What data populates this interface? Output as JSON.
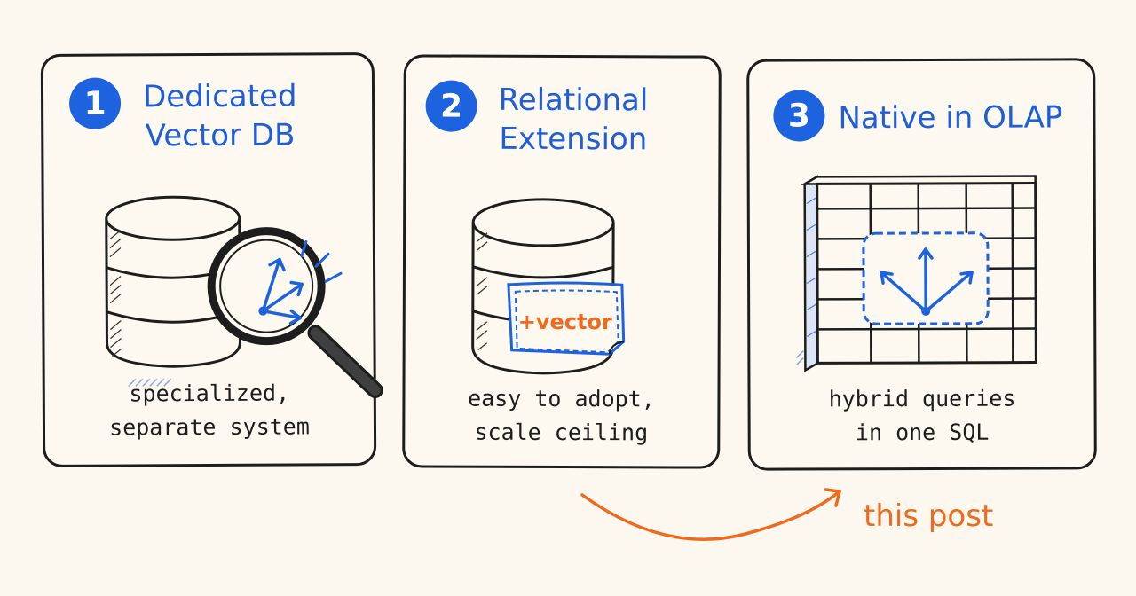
{
  "panels": [
    {
      "number": "1",
      "title_lines": [
        "Dedicated",
        "Vector DB"
      ],
      "caption_lines": [
        "specialized,",
        "separate system"
      ],
      "icons": [
        "database-icon",
        "magnifier-icon",
        "vector-arrows-icon"
      ]
    },
    {
      "number": "2",
      "title_lines": [
        "Relational",
        "Extension"
      ],
      "badge": "+vector",
      "caption_lines": [
        "easy to adopt,",
        "scale ceiling"
      ],
      "icons": [
        "database-icon",
        "vector-tag-icon"
      ]
    },
    {
      "number": "3",
      "title_lines": [
        "Native in OLAP"
      ],
      "caption_lines": [
        "hybrid queries",
        "in one SQL"
      ],
      "icons": [
        "table-grid-icon",
        "vector-arrows-icon"
      ]
    }
  ],
  "callout": "this post",
  "colors": {
    "accent_blue": "#1d63e0",
    "accent_orange": "#ef6a1c",
    "ink": "#1d1d1d",
    "background": "#fcf8ef"
  }
}
